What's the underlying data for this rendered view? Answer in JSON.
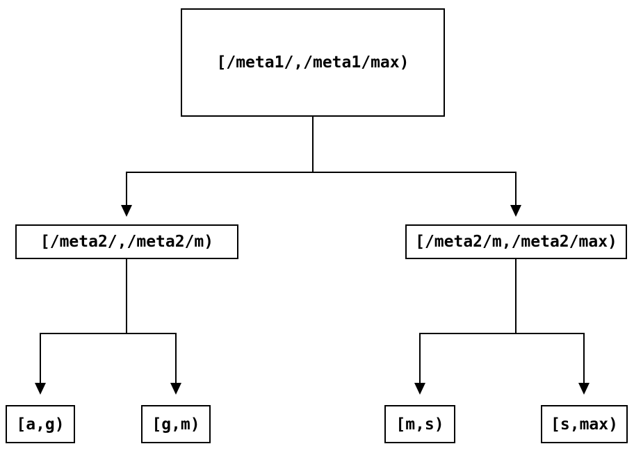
{
  "diagram": {
    "type": "tree",
    "colors": {
      "background": "#ffffff",
      "line": "#000000",
      "text": "#000000"
    },
    "nodes": {
      "root": {
        "label": "[/meta1/,/meta1/max)"
      },
      "meta2_low": {
        "label": "[/meta2/,/meta2/m)"
      },
      "meta2_high": {
        "label": "[/meta2/m,/meta2/max)"
      },
      "leaf_a_g": {
        "label": "[a,g)"
      },
      "leaf_g_m": {
        "label": "[g,m)"
      },
      "leaf_m_s": {
        "label": "[m,s)"
      },
      "leaf_s_max": {
        "label": "[s,max)"
      }
    },
    "edges": [
      {
        "from": "root",
        "to": "meta2_low"
      },
      {
        "from": "root",
        "to": "meta2_high"
      },
      {
        "from": "meta2_low",
        "to": "leaf_a_g"
      },
      {
        "from": "meta2_low",
        "to": "leaf_g_m"
      },
      {
        "from": "meta2_high",
        "to": "leaf_m_s"
      },
      {
        "from": "meta2_high",
        "to": "leaf_s_max"
      }
    ]
  }
}
